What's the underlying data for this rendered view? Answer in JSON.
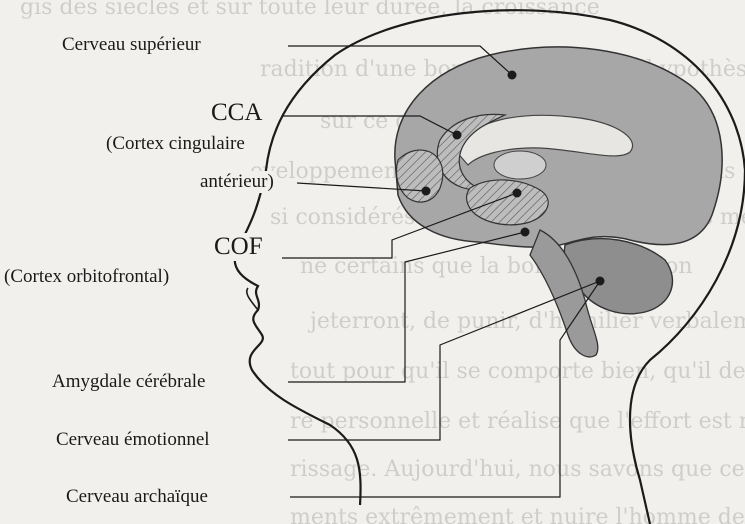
{
  "labels": {
    "superior_brain": "Cerveau supérieur",
    "cca": "CCA",
    "cca_full_1": "(Cortex cingulaire",
    "cca_full_2": "antérieur)",
    "cof": "COF",
    "cof_full": "(Cortex orbitofrontal)",
    "amygdala": "Amygdale cérébrale",
    "emotional_brain": "Cerveau émotionnel",
    "archaic_brain": "Cerveau archaïque"
  },
  "background_text": [
    "gis des siècles et sur toute leur durée, la croissance",
    "radition d'une bonne foi que cette hypothèse",
    "sur ce que le cerveau lui, dit ou fait",
    "eveloppement de ces éradiquer un mauvais p",
    "si considérés beaucoup croient avec les meille",
    "ne certains que la bonne éducation",
    "jeterront, de punir, d'humilier verbalement et",
    "tout pour qu'il se comporte bien, qu'il devienne",
    "re personnelle et réalise que l'effort est nécessaire",
    "rissage. Aujourd'hui, nous savons que ce type d",
    "ments extrêmement et nuire l'homme de c"
  ]
}
